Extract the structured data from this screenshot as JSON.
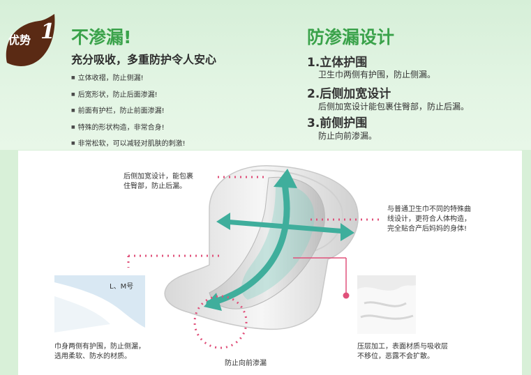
{
  "badge": {
    "label": "优势",
    "number": "1"
  },
  "left": {
    "title": "不渗漏!",
    "subtitle": "充分吸收，多重防护令人安心",
    "bullets": [
      "立体收褶，防止侧漏!",
      "后宽形状，防止后面渗漏!",
      "前面有护栏，防止前面渗漏!",
      "特殊的形状构造，非常合身!",
      "非常松软，可以减轻对肌肤的刺激!"
    ]
  },
  "right": {
    "title": "防渗漏设计",
    "features": [
      {
        "title": "1.立体护围",
        "desc": "卫生巾两侧有护围，防止侧漏。"
      },
      {
        "title": "2.后侧加宽设计",
        "desc": "后侧加宽设计能包裹住臀部，防止后漏。"
      },
      {
        "title": "3.前侧护围",
        "desc": "防止向前渗漏。"
      }
    ]
  },
  "diagram": {
    "note_back": [
      "后侧加宽设计，能包裹",
      "住臀部，防止后漏。"
    ],
    "note_shape": [
      "与普通卫生巾不同的特殊曲",
      "线设计，更符合人体构造，",
      "完全贴合产后妈妈的身体!"
    ],
    "size_label": "L、M号",
    "note_sides": [
      "巾身两侧有护围，防止侧漏，",
      "选用柔软、防水的材质。"
    ],
    "note_front": "防止向前渗漏",
    "note_layer": [
      "压层加工，表面材质与吸收层",
      "不移位，恶露不会扩散。"
    ]
  },
  "colors": {
    "accent_green": "#3aa24a",
    "badge_brown": "#5a2a14",
    "dot_pink": "#e0507a"
  }
}
